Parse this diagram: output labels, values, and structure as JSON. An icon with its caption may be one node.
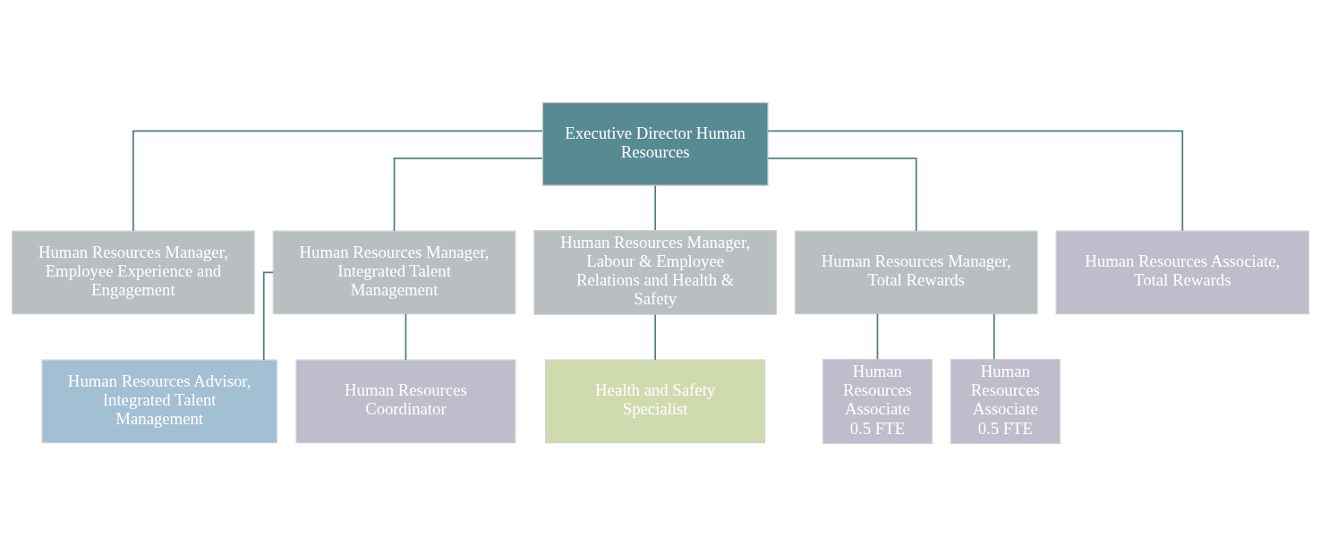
{
  "diagram": {
    "nodes": [
      {
        "text": [
          "Executive Director Human Resources"
        ]
      },
      {
        "text": [
          "Human Resources Manager, Employee Experience and Engagement"
        ]
      },
      {
        "text": [
          "Human Resources Manager, Integrated Talent Management"
        ]
      },
      {
        "text": [
          "Human Resources Manager, Labour & Employee Relations and Health & Safety"
        ]
      },
      {
        "text": [
          "Human Resources Manager, Total Rewards"
        ]
      },
      {
        "text": [
          "Human Resources Associate, Total Rewards"
        ]
      },
      {
        "text": [
          "Human Resources Advisor, Integrated Talent Management"
        ]
      },
      {
        "text": [
          "Human Resources Coordinator"
        ]
      },
      {
        "text": [
          "Health and Safety Specialist"
        ]
      },
      {
        "text": [
          "Human Resources Associate 0.5 FTE"
        ]
      },
      {
        "text": [
          "Human Resources Associate 0.5 FTE"
        ]
      }
    ],
    "edges": [
      {
        "from": 0,
        "to": 1,
        "arrow": "none"
      },
      {
        "from": 0,
        "to": 2,
        "arrow": "none"
      },
      {
        "from": 0,
        "to": 3,
        "arrow": "none"
      },
      {
        "from": 0,
        "to": 4,
        "arrow": "none"
      },
      {
        "from": 0,
        "to": 5,
        "arrow": "none"
      },
      {
        "from": 2,
        "to": 6,
        "arrow": "none"
      },
      {
        "from": 2,
        "to": 7,
        "arrow": "none"
      },
      {
        "from": 3,
        "to": 8,
        "arrow": "none"
      },
      {
        "from": 4,
        "to": 9,
        "arrow": "none"
      },
      {
        "from": 4,
        "to": 10,
        "arrow": "none"
      }
    ]
  }
}
